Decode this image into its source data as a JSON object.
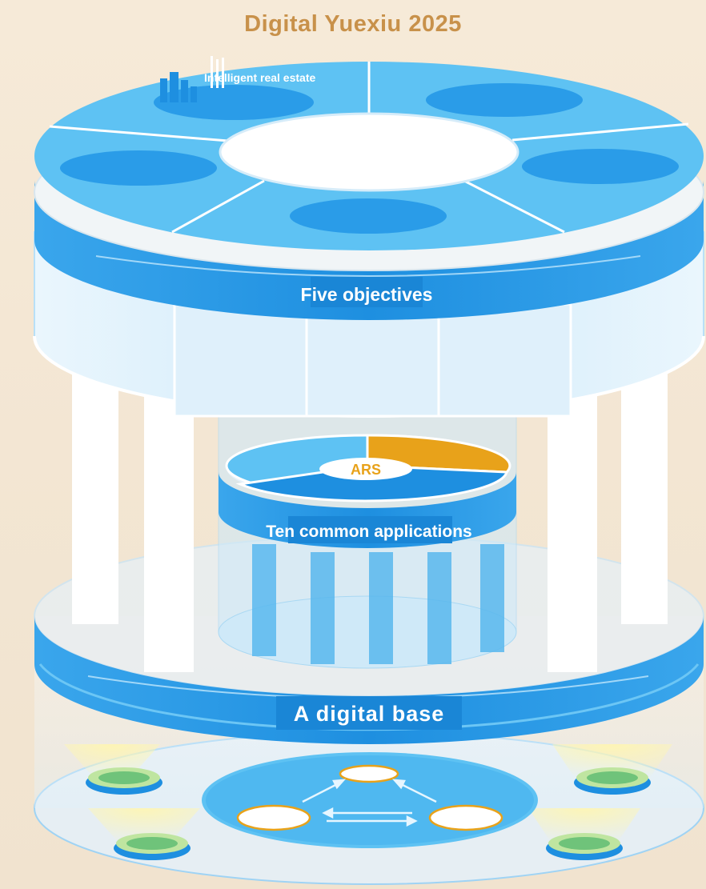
{
  "title": "Digital Yuexiu 2025",
  "top_tier": {
    "label": "Five objectives",
    "segment_label": "Intelligent real estate"
  },
  "middle_tier": {
    "label": "Ten common applications",
    "center_label": "ARS"
  },
  "bottom_tier": {
    "label": "A digital base"
  },
  "colors": {
    "title": "#c8914a",
    "primary_blue": "#1e8fe0",
    "light_blue": "#5ec2f3",
    "accent_orange": "#e8a21a",
    "spotlight_green": "#6fc37a"
  }
}
